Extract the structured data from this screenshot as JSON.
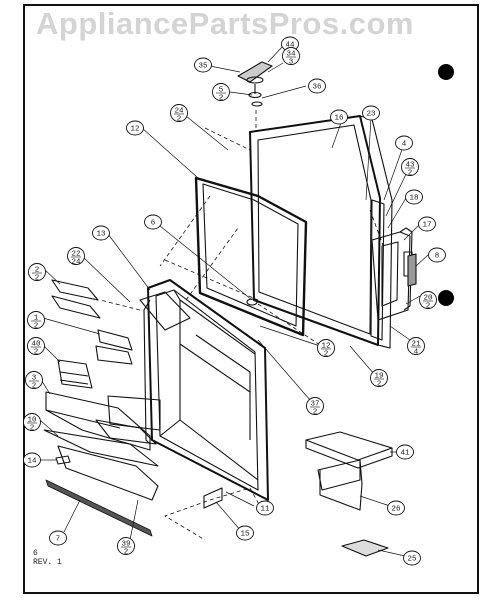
{
  "watermark": "AppliancePartsPros.com",
  "revision": {
    "page": "6",
    "rev": "REV. 1"
  },
  "callouts": [
    {
      "id": "c44",
      "text": "44"
    },
    {
      "id": "c35",
      "text": "35"
    },
    {
      "id": "c34",
      "text": "34",
      "sub": "3"
    },
    {
      "id": "c5",
      "text": "5",
      "sub": "2"
    },
    {
      "id": "c36",
      "text": "36"
    },
    {
      "id": "c12a",
      "text": "12"
    },
    {
      "id": "c24",
      "text": "24",
      "sub": "2"
    },
    {
      "id": "c16",
      "text": "16"
    },
    {
      "id": "c23",
      "text": "23"
    },
    {
      "id": "c4",
      "text": "4"
    },
    {
      "id": "c43",
      "text": "43",
      "sub": "2"
    },
    {
      "id": "c18",
      "text": "18"
    },
    {
      "id": "c17",
      "text": "17"
    },
    {
      "id": "c8",
      "text": "8"
    },
    {
      "id": "c6",
      "text": "6"
    },
    {
      "id": "c13",
      "text": "13"
    },
    {
      "id": "c20",
      "text": "20",
      "sub": "2"
    },
    {
      "id": "c21",
      "text": "21",
      "sub": "4"
    },
    {
      "id": "c22",
      "text": "22",
      "sub": "24"
    },
    {
      "id": "c2",
      "text": "2",
      "sub": "2"
    },
    {
      "id": "c1",
      "text": "1",
      "sub": "2"
    },
    {
      "id": "c12b",
      "text": "12",
      "sub": "2"
    },
    {
      "id": "c19",
      "text": "19",
      "sub": "2"
    },
    {
      "id": "c40",
      "text": "40",
      "sub": "2"
    },
    {
      "id": "c3",
      "text": "3",
      "sub": "2"
    },
    {
      "id": "c37",
      "text": "37",
      "sub": "2"
    },
    {
      "id": "c10",
      "text": "10",
      "sub": "2"
    },
    {
      "id": "c41",
      "text": "41"
    },
    {
      "id": "c14",
      "text": "14"
    },
    {
      "id": "c11",
      "text": "11"
    },
    {
      "id": "c26",
      "text": "26"
    },
    {
      "id": "c7",
      "text": "7"
    },
    {
      "id": "c15",
      "text": "15"
    },
    {
      "id": "c39",
      "text": "39",
      "sub": "2"
    },
    {
      "id": "c25",
      "text": "25"
    }
  ]
}
